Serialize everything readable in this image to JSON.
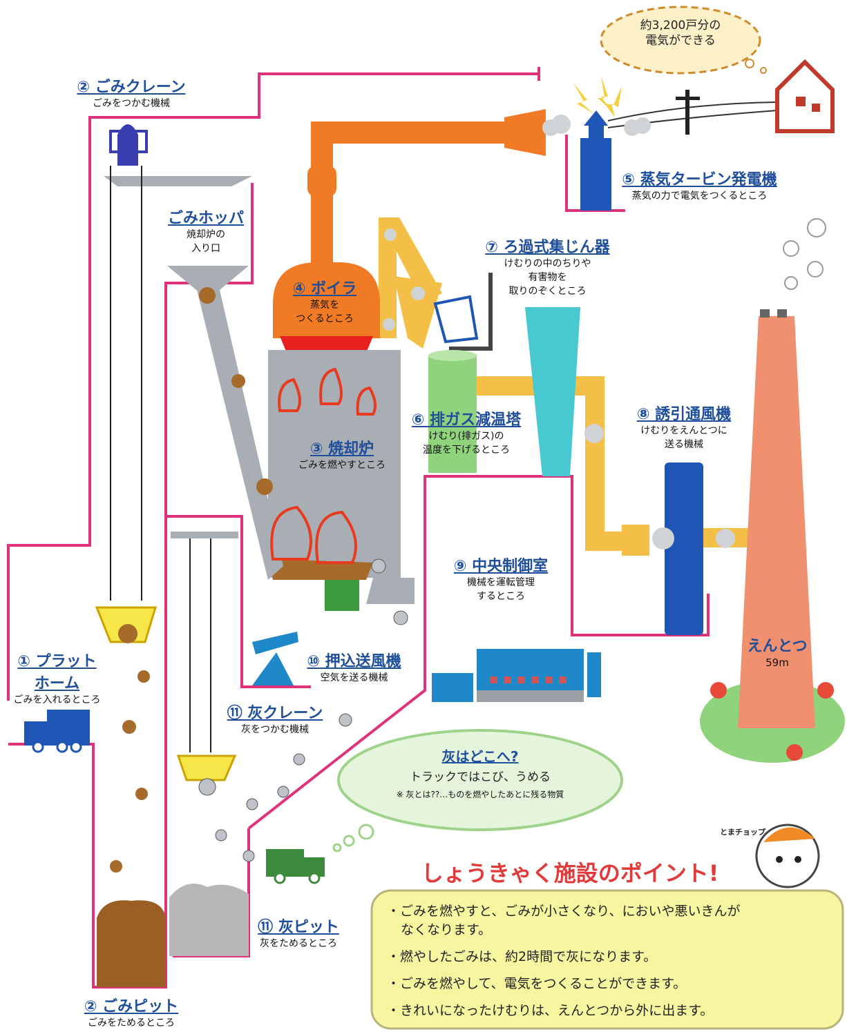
{
  "labels": {
    "crane": {
      "title": "② ごみクレーン",
      "desc": "ごみをつかむ機械"
    },
    "hopper": {
      "title": "ごみホッパ",
      "desc1": "焼却炉の",
      "desc2": "入り口"
    },
    "boiler": {
      "title": "④ ボイラ",
      "desc1": "蒸気を",
      "desc2": "つくるところ"
    },
    "incinerator": {
      "title": "③ 焼却炉",
      "desc": "ごみを燃やすところ"
    },
    "turbine": {
      "title": "⑤ 蒸気タービン発電機",
      "desc": "蒸気の力で電気をつくるところ"
    },
    "filter": {
      "title": "⑦ ろ過式集じん器",
      "desc1": "けむりの中のちりや",
      "desc2": "有害物を",
      "desc3": "取りのぞくところ"
    },
    "cooling": {
      "title": "⑥ 排ガス減温塔",
      "desc1": "けむり(排ガス)の",
      "desc2": "温度を下げるところ"
    },
    "fan": {
      "title": "⑧ 誘引通風機",
      "desc1": "けむりをえんとつに",
      "desc2": "送る機械"
    },
    "control": {
      "title": "⑨ 中央制御室",
      "desc1": "機械を運転管理",
      "desc2": "するところ"
    },
    "blower": {
      "title": "⑩ 押込送風機",
      "desc": "空気を送る機械"
    },
    "platform": {
      "title1": "① プラット",
      "title2": "ホーム",
      "desc": "ごみを入れるところ"
    },
    "ash_crane": {
      "title": "⑪ 灰クレーン",
      "desc": "灰をつかむ機械"
    },
    "ash_pit": {
      "title": "⑪ 灰ピット",
      "desc": "灰をためるところ"
    },
    "pit": {
      "title": "② ごみピット",
      "desc": "ごみをためるところ"
    },
    "chimney": {
      "title": "えんとつ",
      "height": "59m"
    }
  },
  "power_cloud": {
    "line1": "約3,200戸分の",
    "line2": "電気ができる"
  },
  "ash_cloud": {
    "title": "灰はどこへ?",
    "line": "トラックではこび、うめる",
    "note": "※ 灰とは??…ものを燃やしたあとに残る物質"
  },
  "mascot_name": "とまチョップ",
  "points": {
    "heading": "しょうきゃく施設のポイント!",
    "items": [
      "・ごみを燃やすと、ごみが小さくなり、においや悪いきんが",
      "なくなります。",
      "・燃やしたごみは、約2時間で灰になります。",
      "・ごみを燃やして、電気をつくることができます。",
      "・きれいになったけむりは、えんとつから外に出ます。"
    ]
  },
  "colors": {
    "pink_line": "#e0327a",
    "gray": "#a9adb4",
    "orange_duct": "#f07b24",
    "yellow_duct": "#f4bf46",
    "blue": "#1f55b5",
    "teal": "#48c8d0",
    "green": "#8fd37c",
    "chimney": "#f0906e",
    "title_blue": "#1f4e9a",
    "red": "#e23a3a",
    "panel": "#f6f5a0"
  }
}
